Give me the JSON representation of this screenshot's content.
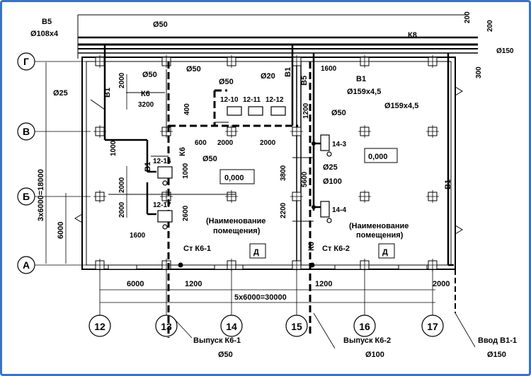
{
  "axes_horizontal": [
    "Г",
    "В",
    "Б",
    "А"
  ],
  "axes_vertical": [
    "12",
    "13",
    "14",
    "15",
    "16",
    "17"
  ],
  "dims": {
    "total_x": "5x6000=30000",
    "total_y": "3x6000=18000",
    "d6000_bottom": "6000",
    "d6000_left": "6000",
    "d1200_a": "1200",
    "d1200_b": "1200",
    "d2000_br": "2000",
    "d200_a": "200",
    "d200_b": "200",
    "d150": "Ø150",
    "d300": "300",
    "d1600_top": "1600",
    "d2000_v1": "2000",
    "d3200": "3200",
    "d400": "400",
    "d1000_a": "1000",
    "d1000_b": "1000",
    "d600": "600",
    "d2000_h1": "2000",
    "d2000_h2": "2000",
    "d1200_v": "1200",
    "d3800": "3800",
    "d5600": "5600",
    "d2200": "2200",
    "d2000_l1": "2000",
    "d2000_l2": "2000",
    "d2600": "2600",
    "d1600_l": "1600"
  },
  "pipes": {
    "b5_label": "В5",
    "b5_dia": "Ø108x4",
    "d50_top": "Ø50",
    "k8": "К8",
    "b1_top": "В1",
    "b1_top_dia": "Ø159x4,5",
    "b1_right_dia": "Ø159x4,5",
    "b1_right": "В1",
    "d25_left": "Ø25",
    "b1_left": "В1",
    "k6_a": "К6",
    "d50_a": "Ø50",
    "d50_b": "Ø50",
    "d50_c": "Ø50",
    "d20": "Ø20",
    "b1_mid": "В1",
    "b5_mid": "В5",
    "k6_v": "К6",
    "d50_d": "Ø50",
    "d50_e": "Ø50",
    "d25_r": "Ø25",
    "d100": "Ø100",
    "b1_l2": "В1",
    "k6_bottom": "К6"
  },
  "fixtures": [
    "12-10",
    "12-11",
    "12-12",
    "12-16",
    "12-17",
    "14-3",
    "14-4"
  ],
  "marks": {
    "zero_a": "0,000",
    "zero_b": "0,000",
    "room_a_1": "(Наименование",
    "room_a_2": "помещения)",
    "room_b_1": "(Наименование",
    "room_b_2": "помещения)",
    "d_a": "Д",
    "d_b": "Д",
    "riser1": "Ст К6-1",
    "riser2": "Ст К6-2"
  },
  "outlets": {
    "o1": "Выпуск К6-1",
    "o1_dia": "Ø50",
    "o2": "Выпуск К6-2",
    "o2_dia": "Ø100",
    "in1": "Ввод В1-1",
    "in1_dia": "Ø150"
  }
}
